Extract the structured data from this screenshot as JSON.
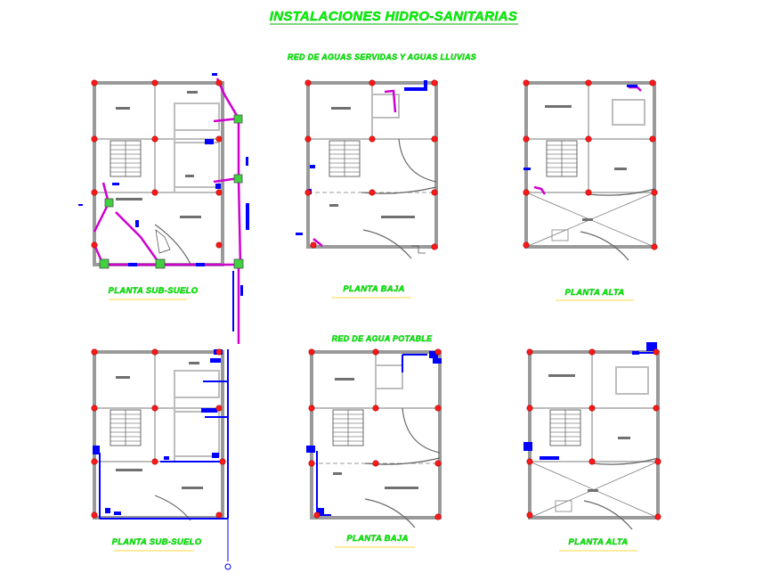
{
  "title": "INSTALACIONES HIDRO-SANITARIAS",
  "section_top": "RED DE AGUAS SERVIDAS Y AGUAS LLUVIAS",
  "section_bottom": "RED DE AGUA POTABLE",
  "top_plans": {
    "p1": "PLANTA SUB-SUELO",
    "p2": "PLANTA BAJA",
    "p3": "PLANTA ALTA"
  },
  "bottom_plans": {
    "p1": "PLANTA SUB-SUELO",
    "p2": "PLANTA BAJA",
    "p3": "PLANTA ALTA"
  },
  "colors": {
    "title_green": "#00ff00",
    "column_red": "#ff1a1a",
    "sewer_magenta": "#d000d0",
    "water_blue": "#0000ff",
    "wall_gray": "#9a9a9a"
  }
}
